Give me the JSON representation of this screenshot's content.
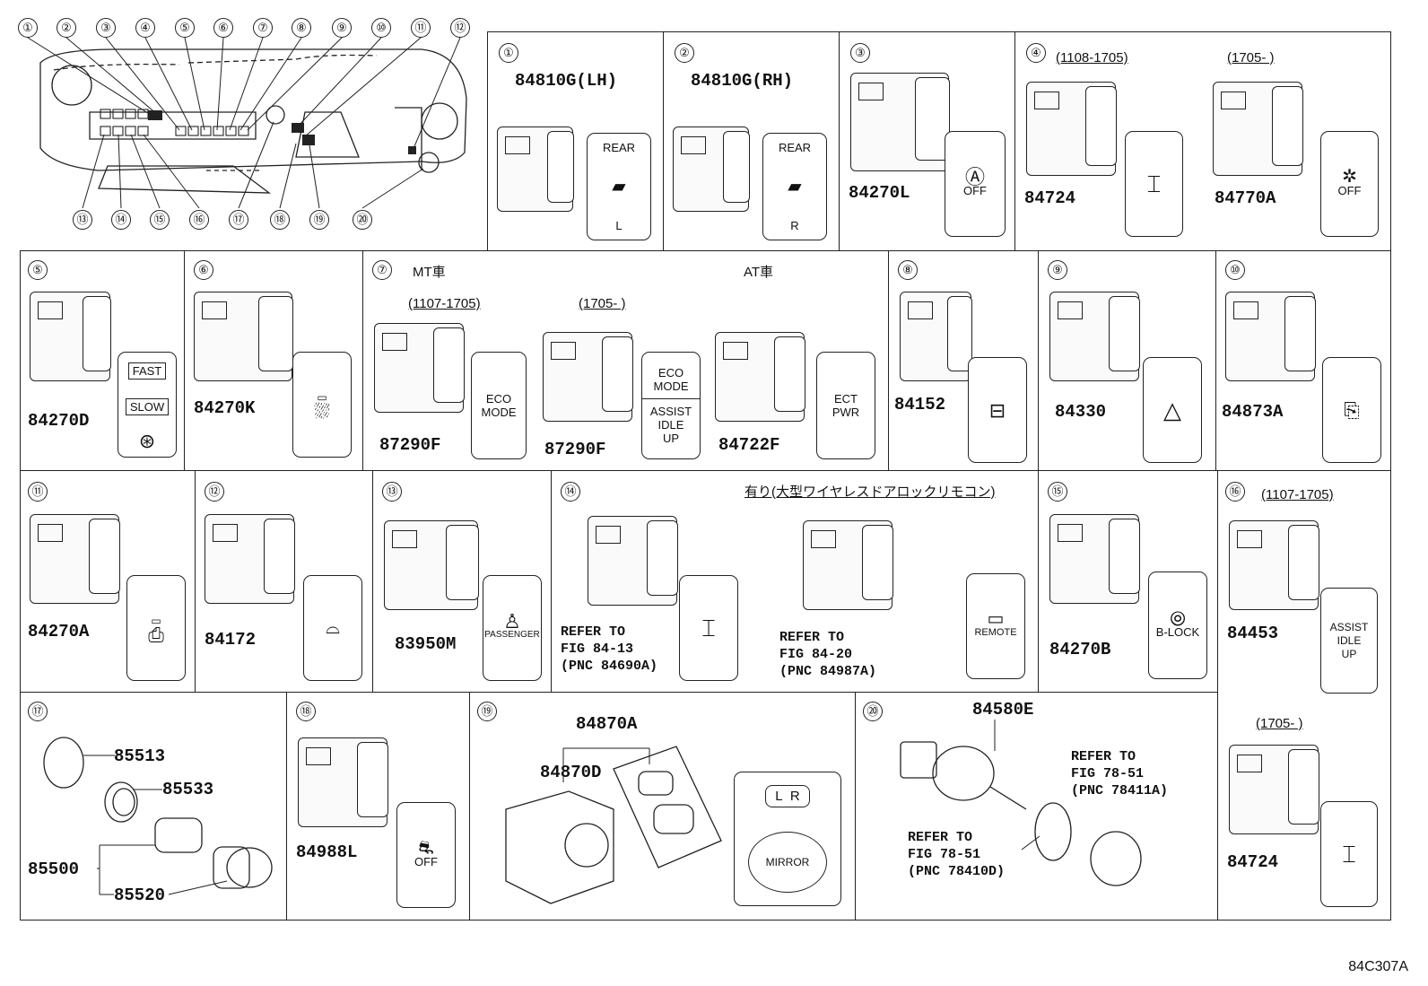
{
  "diagram_code": "84C307A",
  "overview_callouts": [
    "①",
    "②",
    "③",
    "④",
    "⑤",
    "⑥",
    "⑦",
    "⑧",
    "⑨",
    "⑩",
    "⑪",
    "⑫",
    "⑬",
    "⑭",
    "⑮",
    "⑯",
    "⑰",
    "⑱",
    "⑲",
    "⑳"
  ],
  "cells": {
    "c1": {
      "num": "①",
      "pnc": "84810G(LH)",
      "card_top": "REAR",
      "card_bottom": "L"
    },
    "c2": {
      "num": "②",
      "pnc": "84810G(RH)",
      "card_top": "REAR",
      "card_bottom": "R"
    },
    "c3": {
      "num": "③",
      "pnc": "84270L",
      "card_icon": "Ⓐ",
      "card_text": "OFF"
    },
    "c4": {
      "num": "④",
      "range_a": "(1108-1705)",
      "range_b": "(1705-      )",
      "pnc_a": "84724",
      "pnc_b": "84770A",
      "card_b_text": "OFF"
    },
    "c5": {
      "num": "⑤",
      "pnc": "84270D",
      "card_fast": "FAST",
      "card_slow": "SLOW"
    },
    "c6": {
      "num": "⑥",
      "pnc": "84270K"
    },
    "c7": {
      "num": "⑦",
      "mt": "MT車",
      "at": "AT車",
      "range_a": "(1107-1705)",
      "range_b": "(1705-      )",
      "pnc_a": "87290F",
      "pnc_b": "87290F",
      "pnc_c": "84722F",
      "card_a": "ECO\nMODE",
      "card_b_top": "ECO\nMODE",
      "card_b_bottom": "ASSIST\nIDLE\nUP",
      "card_c": "ECT\nPWR"
    },
    "c8": {
      "num": "⑧",
      "pnc": "84152"
    },
    "c9": {
      "num": "⑨",
      "pnc": "84330"
    },
    "c10": {
      "num": "⑩",
      "pnc": "84873A"
    },
    "c11": {
      "num": "⑪",
      "pnc": "84270A"
    },
    "c12": {
      "num": "⑫",
      "pnc": "84172"
    },
    "c13": {
      "num": "⑬",
      "pnc": "83950M",
      "card_text": "PASSENGER"
    },
    "c14": {
      "num": "⑭",
      "note": "有り(大型ワイヤレスドアロックリモコン)",
      "ref_a": [
        "REFER TO",
        "FIG 84-13",
        "(PNC 84690A)"
      ],
      "ref_b": [
        "REFER TO",
        "FIG 84-20",
        "(PNC 84987A)"
      ],
      "card_b_text": "REMOTE"
    },
    "c15": {
      "num": "⑮",
      "pnc": "84270B",
      "card_text": "B-LOCK"
    },
    "c16": {
      "num": "⑯",
      "range_a": "(1107-1705)",
      "range_b": "(1705-      )",
      "pnc_a": "84453",
      "pnc_b": "84724",
      "card_a": "ASSIST\nIDLE\nUP"
    },
    "c17": {
      "num": "⑰",
      "pncs": [
        "85513",
        "85533",
        "85500",
        "85520"
      ]
    },
    "c18": {
      "num": "⑱",
      "pnc": "84988L",
      "card_text": "OFF"
    },
    "c19": {
      "num": "⑲",
      "pnc_a": "84870A",
      "pnc_b": "84870D",
      "card_l": "L",
      "card_r": "R",
      "card_mirror": "MIRROR"
    },
    "c20": {
      "num": "⑳",
      "pnc": "84580E",
      "ref_a": [
        "REFER TO",
        "FIG 78-51",
        "(PNC 78411A)"
      ],
      "ref_b": [
        "REFER TO",
        "FIG 78-51",
        "(PNC 78410D)"
      ]
    }
  }
}
